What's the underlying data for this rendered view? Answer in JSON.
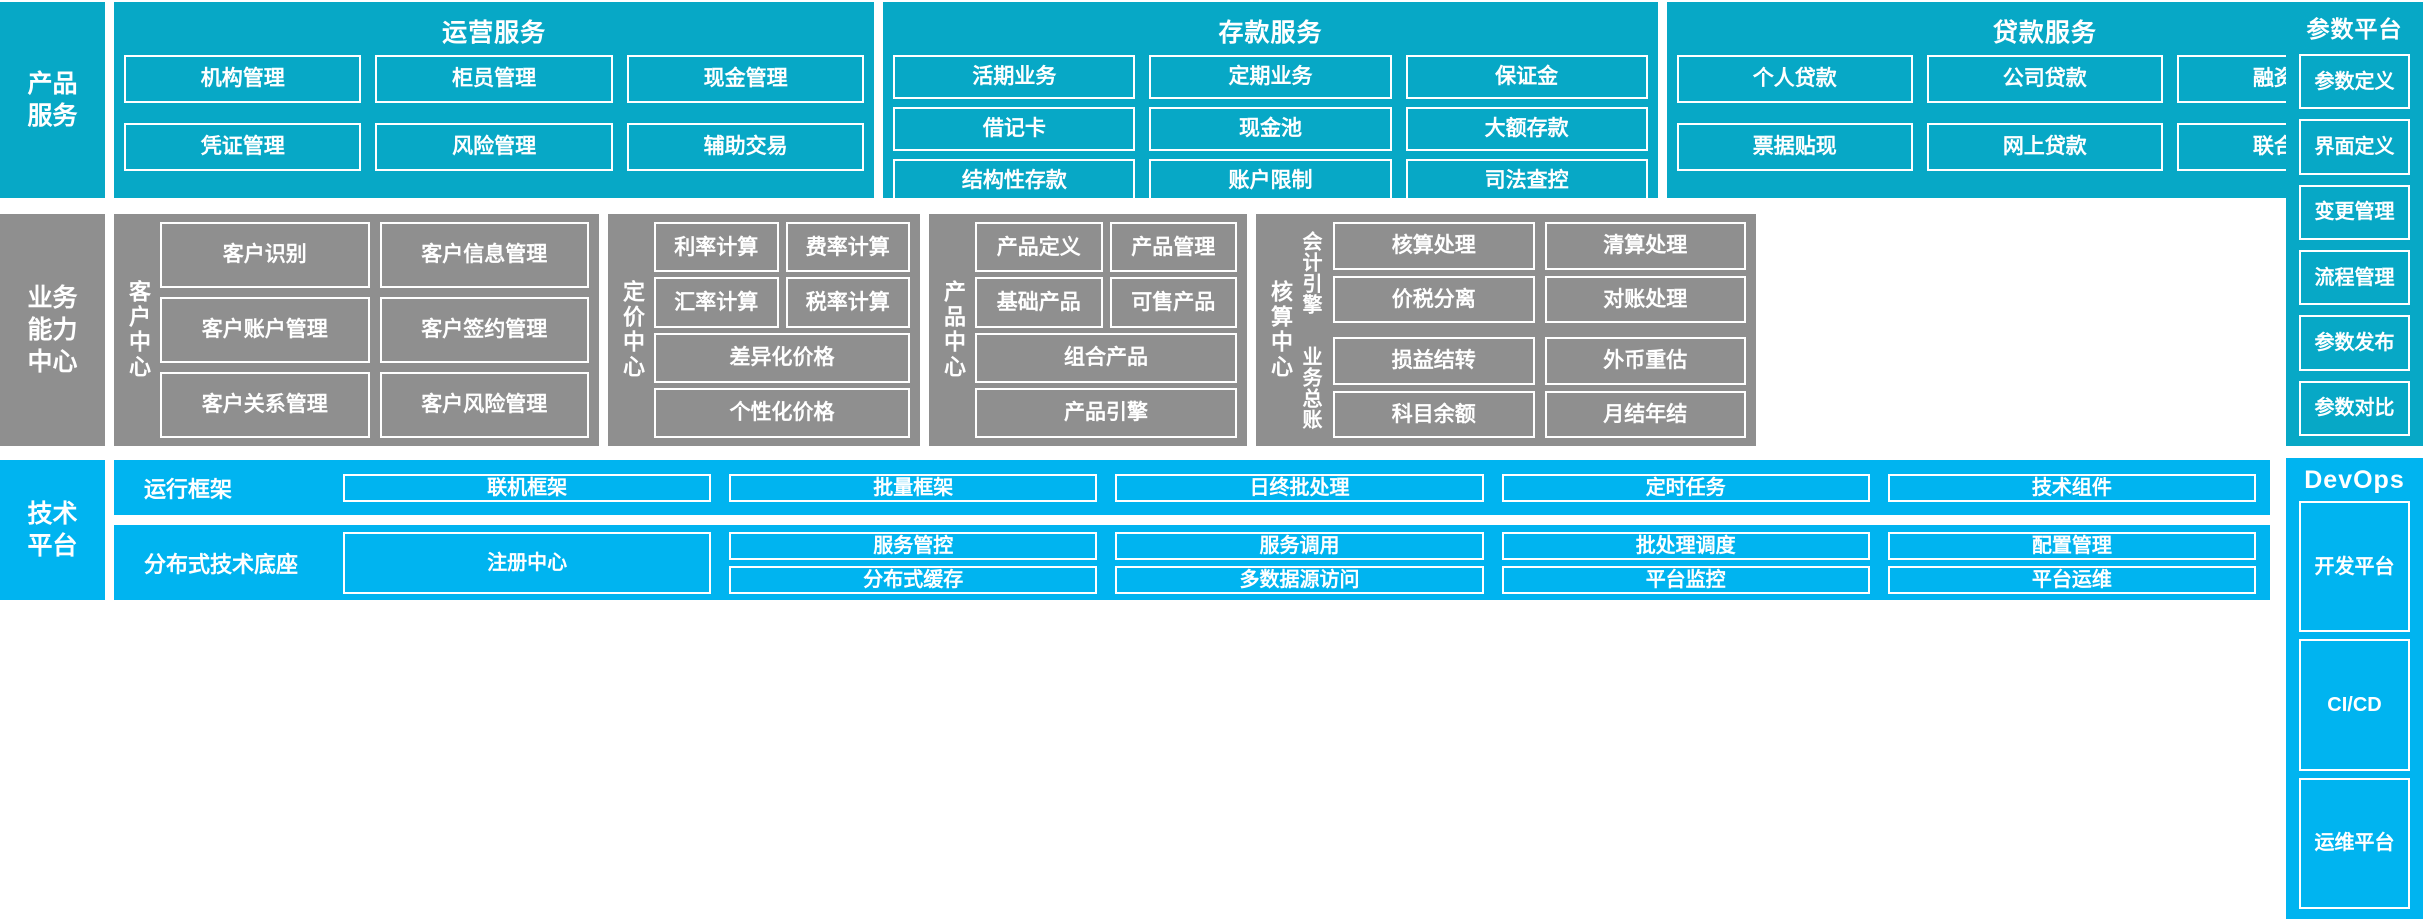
{
  "colors": {
    "teal": "#07A8C6",
    "gray": "#8F8F8F",
    "bright_blue": "#00B4F0",
    "outline": "#FFFFFF",
    "background": "#FFFFFF"
  },
  "product_services": {
    "rail_label": "产品\n服务",
    "panels": [
      {
        "title": "运营服务",
        "items": [
          "机构管理",
          "柜员管理",
          "现金管理",
          "凭证管理",
          "风险管理",
          "辅助交易"
        ]
      },
      {
        "title": "存款服务",
        "items": [
          "活期业务",
          "定期业务",
          "保证金",
          "借记卡",
          "现金池",
          "大额存款",
          "结构性存款",
          "账户限制",
          "司法查控"
        ]
      },
      {
        "title": "贷款服务",
        "items": [
          "个人贷款",
          "公司贷款",
          "融资贷款",
          "票据贴现",
          "网上贷款",
          "联合贷款"
        ]
      }
    ]
  },
  "parameter_platform": {
    "title": "参数平台",
    "items": [
      "参数定义",
      "界面定义",
      "变更管理",
      "流程管理",
      "参数发布",
      "参数对比"
    ]
  },
  "business_capability": {
    "rail_label": "业务\n能力\n中心",
    "centers": [
      {
        "vertical_label": "客户中心",
        "items": [
          "客户识别",
          "客户信息管理",
          "客户账户管理",
          "客户签约管理",
          "客户关系管理",
          "客户风险管理"
        ]
      },
      {
        "vertical_label": "定价中心",
        "items": [
          "利率计算",
          "费率计算",
          "汇率计算",
          "税率计算"
        ],
        "wide_items": [
          "差异化价格",
          "个性化价格"
        ]
      },
      {
        "vertical_label": "产品中心",
        "items": [
          "产品定义",
          "产品管理",
          "基础产品",
          "可售产品"
        ],
        "wide_items": [
          "组合产品",
          "产品引擎"
        ]
      },
      {
        "vertical_label": "核算中心",
        "groups": [
          {
            "vertical_label": "会计引擎",
            "items": [
              "核算处理",
              "清算处理",
              "价税分离",
              "对账处理"
            ]
          },
          {
            "vertical_label": "业务总账",
            "items": [
              "损益结转",
              "外币重估",
              "科目余额",
              "月结年结"
            ]
          }
        ]
      }
    ]
  },
  "technical_platform": {
    "rail_label": "技术\n平台",
    "rows": [
      {
        "label": "运行框架",
        "items": [
          "联机框架",
          "批量框架",
          "日终批处理",
          "定时任务",
          "技术组件"
        ]
      },
      {
        "label": "分布式技术底座",
        "tall_item": "注册中心",
        "items": [
          "服务管控",
          "服务调用",
          "批处理调度",
          "配置管理",
          "分布式缓存",
          "多数据源访问",
          "平台监控",
          "平台运维"
        ]
      }
    ]
  },
  "devops": {
    "title": "DevOps",
    "items": [
      "开发平台",
      "CI/CD",
      "运维平台"
    ]
  }
}
